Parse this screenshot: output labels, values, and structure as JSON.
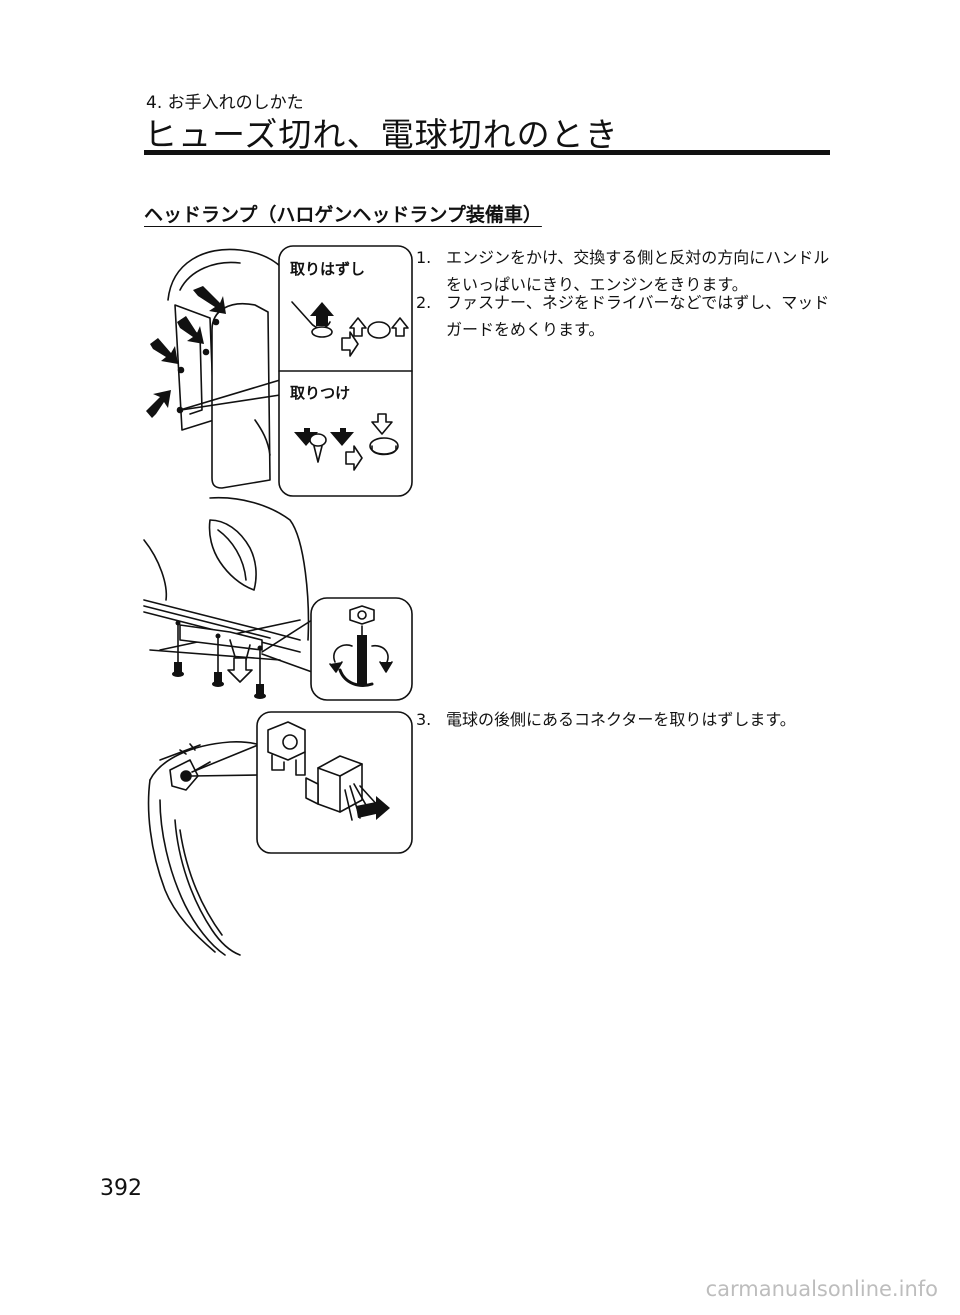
{
  "header": {
    "chapter": "4. お手入れのしかた",
    "title": "ヒューズ切れ、電球切れのとき"
  },
  "section": {
    "title": "ヘッドランプ（ハロゲンヘッドランプ装備車）"
  },
  "steps": [
    {
      "num": "1.",
      "text": "エンジンをかけ、交換する側と反対の方向にハンドルをいっぱいにきり、エンジンをきります。"
    },
    {
      "num": "2.",
      "text": "ファスナー、ネジをドライバーなどではずし、マッドガードをめくります。"
    },
    {
      "num": "3.",
      "text": "電球の後側にあるコネクターを取りはずします。"
    }
  ],
  "figure1": {
    "remove_label": "取りはずし",
    "install_label": "取りつけ"
  },
  "page": {
    "number": "392"
  },
  "watermark": "carmanualsonline.info"
}
